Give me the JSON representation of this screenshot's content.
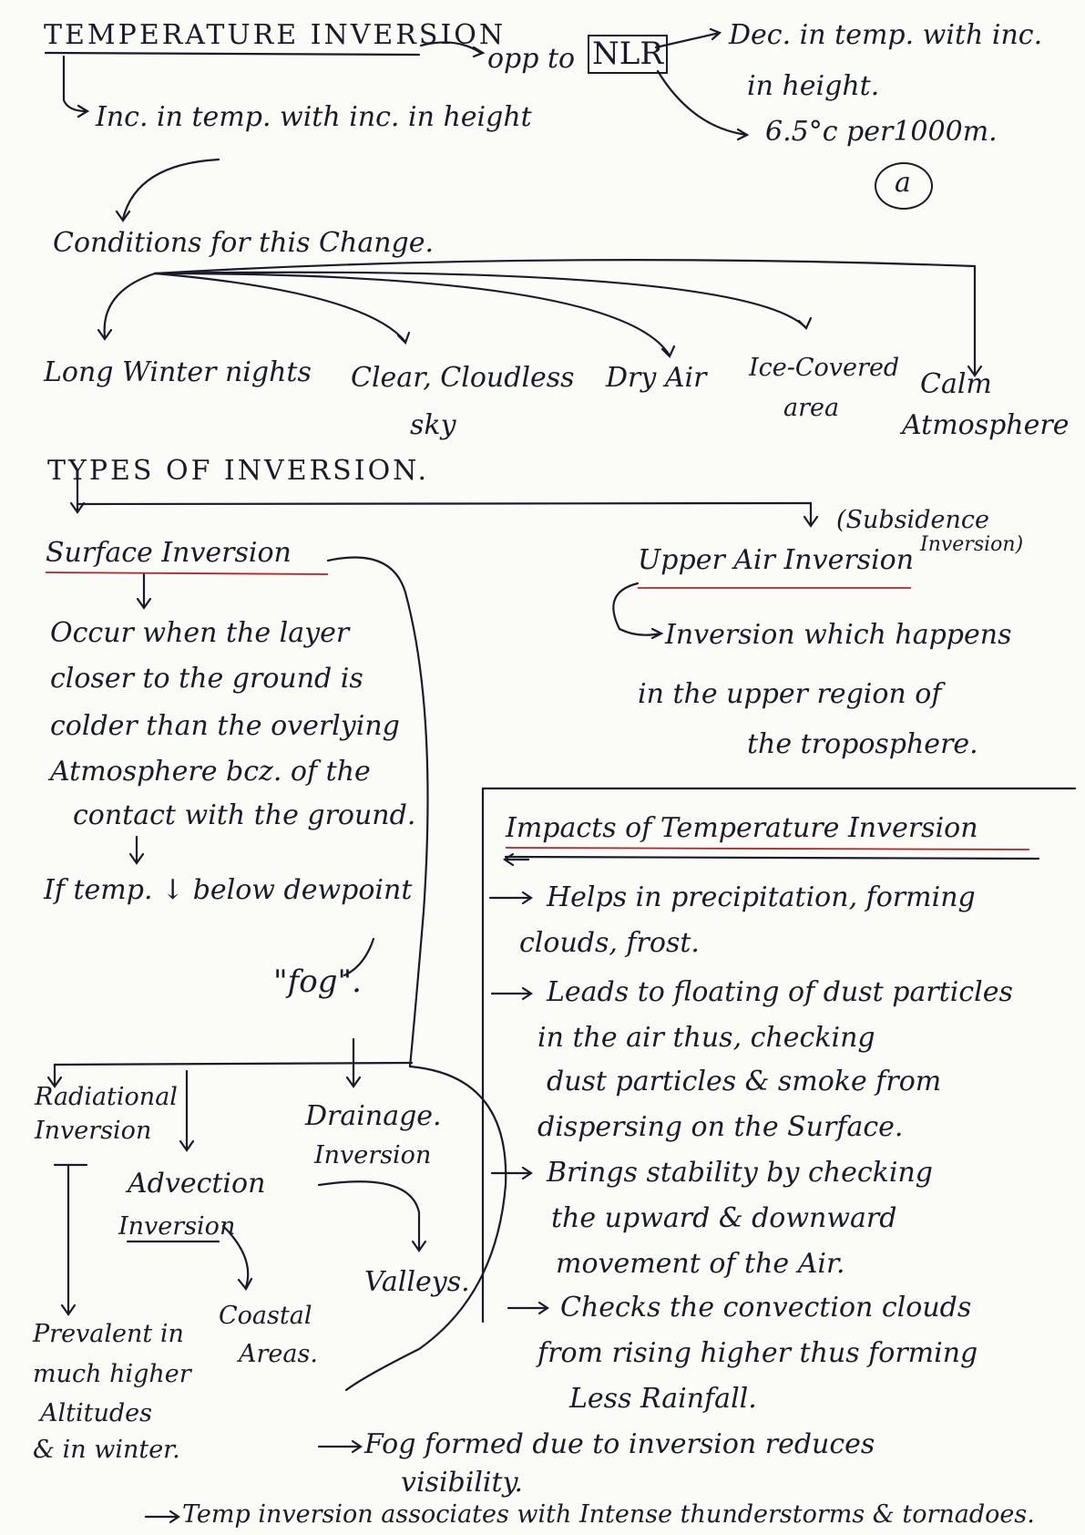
{
  "header": {
    "title": "TEMPERATURE INVERSION",
    "opp_to": "opp to",
    "nlr": "NLR",
    "nlr_def_1": "Dec. in temp. with inc.",
    "nlr_def_2": "in height.",
    "nlr_rate": "6.5°c per1000m.",
    "circled_mark": "a",
    "definition": "Inc. in temp. with inc. in height"
  },
  "conditions": {
    "heading": "Conditions for this Change.",
    "items": [
      "Long Winter nights",
      "Clear, Cloudless",
      "sky",
      "Dry Air",
      "Ice-Covered",
      "area",
      "Calm",
      "Atmosphere"
    ]
  },
  "types": {
    "heading": "TYPES OF INVERSION.",
    "surface": {
      "heading": "Surface Inversion",
      "lines": [
        "Occur when the layer",
        "closer to the ground is",
        "colder than the overlying",
        "Atmosphere bcz. of the",
        "contact with the ground."
      ],
      "dew_line": "If temp. ↓ below dewpoint",
      "fog": "\"fog\"."
    },
    "upper": {
      "heading": "Upper Air Inversion",
      "aka_1": "(Subsidence",
      "aka_2": "Inversion)",
      "lines": [
        "Inversion which happens",
        "in the upper region of",
        "the troposphere."
      ]
    },
    "subtypes": {
      "radiational_1": "Radiational",
      "radiational_2": "Inversion",
      "advection_1": "Advection",
      "advection_2": "Inversion",
      "drainage_1": "Drainage.",
      "drainage_2": "Inversion",
      "valleys": "Valleys.",
      "coastal_1": "Coastal",
      "coastal_2": "Areas.",
      "prevalent": [
        "Prevalent in",
        "much higher",
        "Altitudes",
        "& in winter."
      ]
    }
  },
  "impacts": {
    "heading": "Impacts of Temperature Inversion",
    "items": [
      [
        "Helps in precipitation, forming",
        "clouds, frost."
      ],
      [
        "Leads to floating of dust particles",
        "in the air thus, checking",
        "dust particles & smoke from",
        "dispersing on the Surface."
      ],
      [
        "Brings stability by checking",
        "the upward & downward",
        "movement of the Air."
      ],
      [
        "Checks the convection clouds",
        "from rising higher thus forming",
        "Less Rainfall."
      ]
    ],
    "bottom_1": "Fog formed due to inversion reduces",
    "bottom_1b": "visibility.",
    "bottom_2": "Temp inversion associates with Intense thunderstorms & tornadoes."
  }
}
